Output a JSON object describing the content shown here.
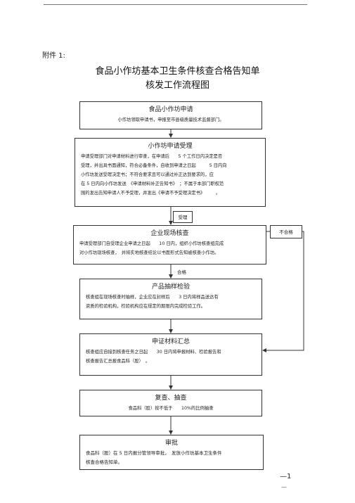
{
  "attachment_label": "附件 1:",
  "title_line1": "食品小作坊基本卫生条件核查合格告知单",
  "title_line2": "核发工作流程图",
  "steps": [
    {
      "head": "食品小作坊申请",
      "lines": [
        "小作坊领取申请书，申报至市县级质量技术监督部门。"
      ]
    },
    {
      "head": "小作坊申请受理",
      "lines": [
        "申请受理部门对申请材料进行审查，在申请后　　5 个工作日内决定是否",
        "受理，并出具书面通知，符合必备条件，自收到申请之日起　　　5 日内向",
        "小作坊发送受理决定书；不符合要求且可以通过补正达到要求的，应",
        "在 5 日内向小作坊发送　《申请材料补正告知书》　；不属于本部门职权范",
        "围的发出告知申请人不予受理，并发出《申请不予受理决定书》　　　。"
      ]
    },
    {
      "head": "企业现场核查",
      "lines": [
        "申请受理部门自受理企业申请之日起　　10 日内，组织小作坊核查组完成",
        "对小作坊现场核查，　并将实地核查结论以书面形式告知被核查小作坊。"
      ]
    },
    {
      "head": "产品抽样检验",
      "lines": [
        "核查组在现场核查时抽样，企业应在封样后　　3 日内将样品送达有",
        "资质的检验机构，检验机构应在规定的期限内完成检验工作。"
      ]
    },
    {
      "head": "申证材料汇总",
      "lines": [
        "核查组应自接到核查任务之日起　　30 日内将申报材料、检验报告和",
        "核查报告汇总报食品科（股）　。"
      ]
    },
    {
      "head": "复查、抽查",
      "lines": [
        "食品科（股）按不低于　　10%的比例抽查"
      ]
    },
    {
      "head": "审批",
      "lines": [
        "食品科（股）在 5 日内报分管领导审批，　发放小作坊基本卫生条件",
        "核查合格告知单。"
      ]
    }
  ],
  "labels": {
    "accept": "受理",
    "fail": "不合格",
    "pass": "合格"
  },
  "page_number": "—1",
  "page_dash": "—"
}
